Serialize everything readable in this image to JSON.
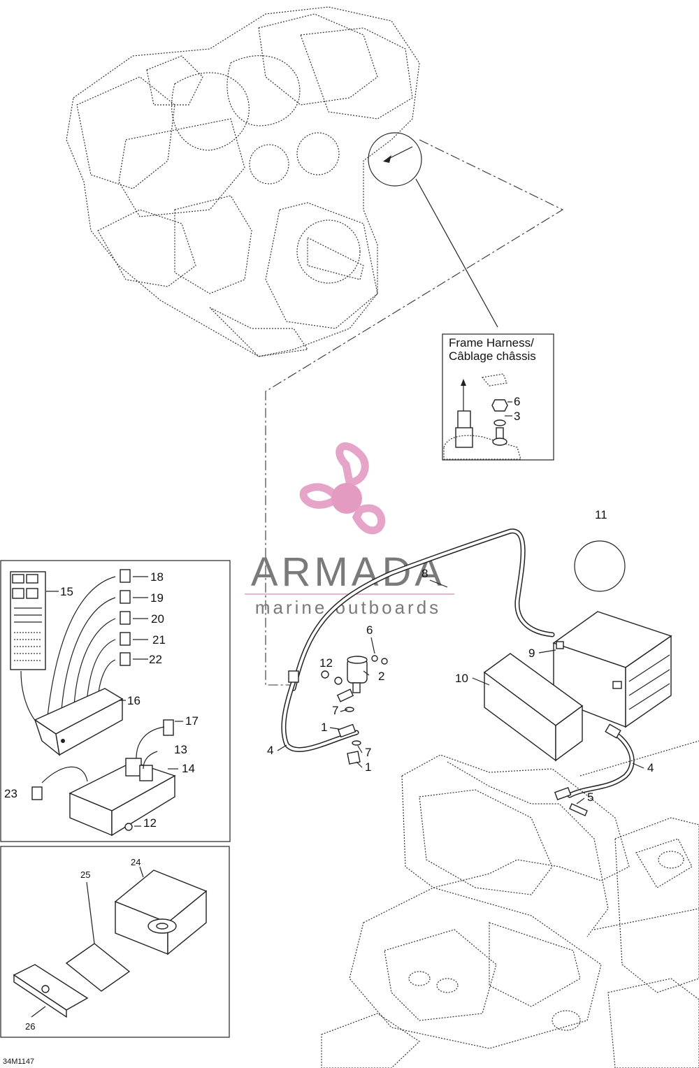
{
  "inset": {
    "title_line1": "Frame Harness/",
    "title_line2": "Câblage châssis",
    "callouts": [
      "6",
      "3"
    ]
  },
  "callouts": {
    "c1a": "1",
    "c1b": "1",
    "c2": "2",
    "c4a": "4",
    "c4b": "4",
    "c5": "5",
    "c6": "6",
    "c7a": "7",
    "c7b": "7",
    "c8": "8",
    "c9": "9",
    "c10": "10",
    "c11": "11",
    "c12a": "12",
    "c12b": "12",
    "c13": "13",
    "c14": "14",
    "c15": "15",
    "c16": "16",
    "c17": "17",
    "c18": "18",
    "c19": "19",
    "c20": "20",
    "c21": "21",
    "c22": "22",
    "c23": "23",
    "c24": "24",
    "c25": "25",
    "c26": "26"
  },
  "watermark": {
    "brand": "ARMADA",
    "tagline": "marine outboards",
    "colors": {
      "propeller": "#e6a4c8",
      "hub": "#e39bc2",
      "text": "#7a7a7a",
      "rule": "#e39bc2"
    }
  },
  "drawing_code": "34M1147"
}
